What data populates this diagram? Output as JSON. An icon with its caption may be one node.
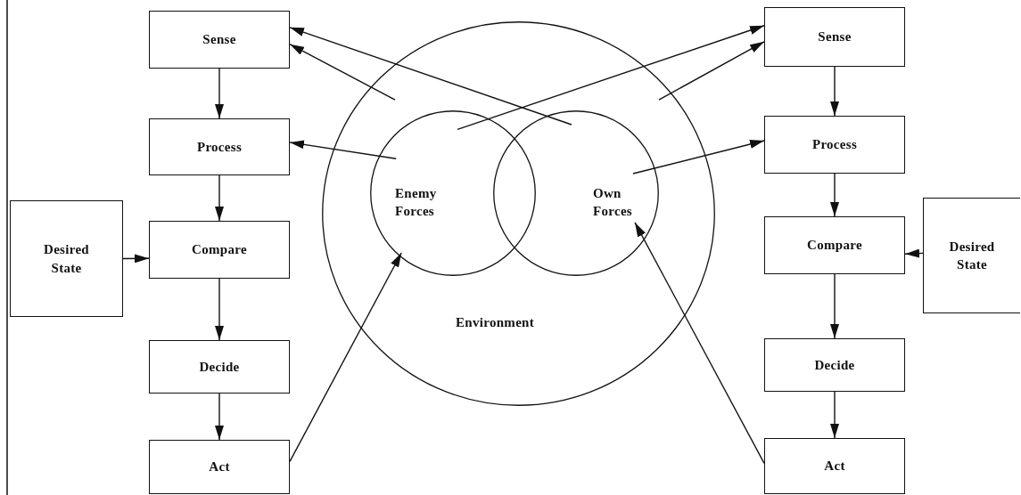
{
  "diagram": {
    "nodes": [
      {
        "text": [
          "Environment"
        ]
      },
      {
        "text": [
          "Enemy Forces"
        ],
        "in": 0
      },
      {
        "text": [
          "Own Forces"
        ],
        "in": 0
      },
      {
        "text": [
          "Sense"
        ]
      },
      {
        "text": [
          "Process"
        ]
      },
      {
        "text": [
          "Desired State"
        ]
      },
      {
        "text": [
          "Compare"
        ]
      },
      {
        "text": [
          "Decide"
        ]
      },
      {
        "text": [
          "Act"
        ]
      },
      {
        "text": [
          "Sense"
        ]
      },
      {
        "text": [
          "Process"
        ]
      },
      {
        "text": [
          "Compare"
        ]
      },
      {
        "text": [
          "Desired State"
        ]
      },
      {
        "text": [
          "Decide"
        ]
      },
      {
        "text": [
          "Act"
        ]
      }
    ],
    "edges": [
      {
        "from": 0,
        "to": 3,
        "arrow": "to"
      },
      {
        "from": 2,
        "to": 3,
        "arrow": "to"
      },
      {
        "from": 1,
        "to": 9,
        "arrow": "to"
      },
      {
        "from": 0,
        "to": 9,
        "arrow": "to"
      },
      {
        "from": 1,
        "to": 4,
        "arrow": "to"
      },
      {
        "from": 2,
        "to": 10,
        "arrow": "to"
      },
      {
        "from": 3,
        "to": 4,
        "arrow": "to"
      },
      {
        "from": 4,
        "to": 6,
        "arrow": "to"
      },
      {
        "from": 5,
        "to": 6,
        "arrow": "to"
      },
      {
        "from": 6,
        "to": 7,
        "arrow": "to"
      },
      {
        "from": 7,
        "to": 8,
        "arrow": "to"
      },
      {
        "from": 8,
        "to": 1,
        "arrow": "to"
      },
      {
        "from": 9,
        "to": 10,
        "arrow": "to"
      },
      {
        "from": 10,
        "to": 11,
        "arrow": "to"
      },
      {
        "from": 12,
        "to": 11,
        "arrow": "to"
      },
      {
        "from": 11,
        "to": 13,
        "arrow": "to"
      },
      {
        "from": 13,
        "to": 14,
        "arrow": "to"
      },
      {
        "from": 14,
        "to": 2,
        "arrow": "to"
      }
    ]
  }
}
